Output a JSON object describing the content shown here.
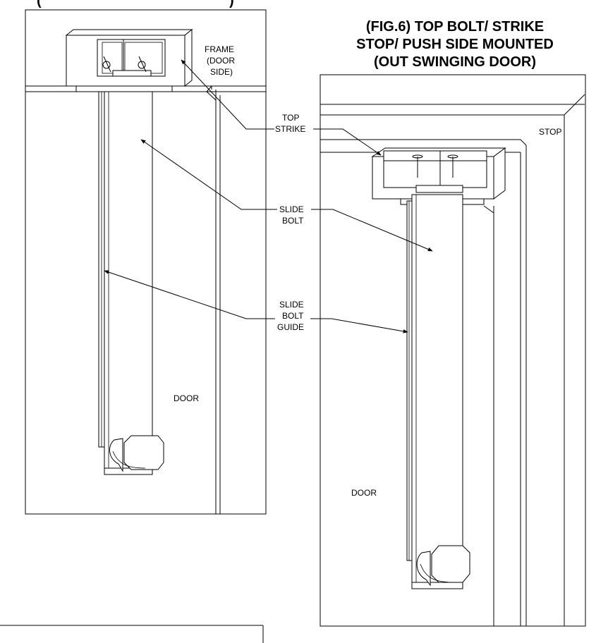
{
  "header": {
    "top_cut_title": "(",
    "top_cut_title_right": ")"
  },
  "fig6": {
    "title_lines": [
      "(FIG.6) TOP BOLT/ STRIKE",
      "STOP/ PUSH SIDE MOUNTED",
      "(OUT SWINGING DOOR)"
    ]
  },
  "labels": {
    "frame": [
      "FRAME",
      "(DOOR",
      "SIDE)"
    ],
    "top_strike": [
      "TOP",
      "STRIKE"
    ],
    "stop": "STOP",
    "slide_bolt": [
      "SLIDE",
      "BOLT"
    ],
    "slide_bolt_guide": [
      "SLIDE",
      "BOLT",
      "GUIDE"
    ],
    "door_left": "DOOR",
    "door_right": "DOOR"
  }
}
